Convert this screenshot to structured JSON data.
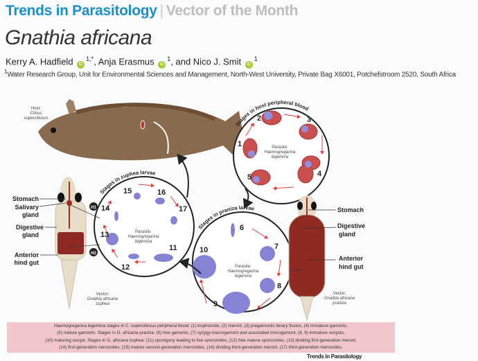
{
  "header": {
    "journal": "Trends in Parasitology",
    "separator": "|",
    "section": "Vector of the Month"
  },
  "title": "Gnathia africana",
  "authors": [
    {
      "name": "Kerry A. Hadfield",
      "sup": "1,*",
      "sep": ", "
    },
    {
      "name": "Anja Erasmus",
      "sup": "1",
      "sep": ", and "
    },
    {
      "name": "Nico J. Smit",
      "sup": "1",
      "sep": ""
    }
  ],
  "orcid_label": "iD",
  "affiliation": {
    "sup": "1",
    "text": "Water Research Group, Unit for Environmental Sciences and Management, North-West University, Private Bag X6001, Potchefstroom 2520, South Africa"
  },
  "figure": {
    "host": {
      "label": "Host:",
      "species1": "Clinus",
      "species2": "superciliosus"
    },
    "blood_circle": {
      "title": "Stages in host peripheral blood",
      "stages": [
        "1",
        "2",
        "3",
        "4",
        "5"
      ]
    },
    "zuphea_circle": {
      "title": "Stages in zuphea larvae",
      "stages": [
        "11",
        "12",
        "13",
        "14",
        "15",
        "16",
        "17"
      ]
    },
    "praniza_circle": {
      "title": "Stages in praniza larvae",
      "stages": [
        "6",
        "7",
        "8",
        "9",
        "10"
      ]
    },
    "parasite": {
      "label": "Parasite:",
      "name1": "Haemogregarina",
      "name2": "bigemina"
    },
    "zuphea_labels": {
      "stomach": "Stomach",
      "salivary1": "Salivary",
      "salivary2": "gland",
      "digestive1": "Digestive",
      "digestive2": "gland",
      "hindgut1": "Anterior",
      "hindgut2": "hind gut",
      "h1": "H1",
      "h2": "H2"
    },
    "zuphea_vector": {
      "label": "Vector:",
      "name1": "Gnathia africana",
      "name2": "zuphea"
    },
    "praniza_labels": {
      "stomach": "Stomach",
      "digestive1": "Digestive",
      "digestive2": "gland",
      "hindgut1": "Anterior",
      "hindgut2": "hind gut"
    },
    "praniza_vector": {
      "label": "Vector:",
      "name1": "Gnathia africana",
      "name2": "praniza"
    }
  },
  "caption": {
    "l1": "Haemogregarina bigemina stages in C. superciliosus peripheral blood: (1) trophozoite, (2) meront, (3) pregamontic binary fission, (4) immature gamonts,",
    "l2": "(5) mature gamonts. Stages in G. africana praniza: (6) free gamonts, (7) syzygy-macrogamont and associated microgamont, (8, 9) immature oocysts,",
    "l3": "(10) maturing oocyst. Stages in G. africana zuphea: (11) sporogony leading to five sporozoites, (12) free mature sporozoites, (13) dividing first-generation meront,",
    "l4": "(14) first-generation merozoites, (15) mature second-generation merozoites, (16) dividing third-generation meront, (17) third-generation merozoites."
  },
  "brand": "Trends in Parasitology"
}
